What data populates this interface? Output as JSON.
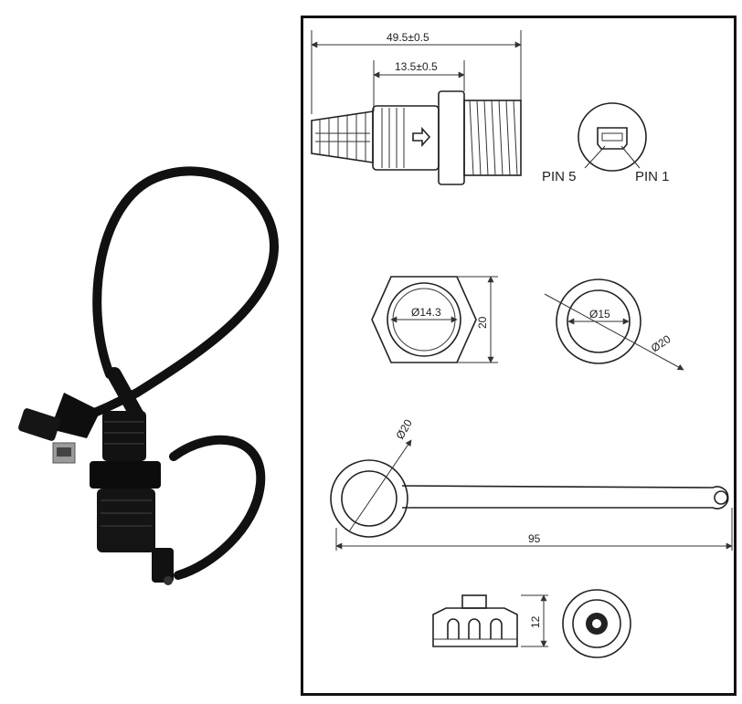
{
  "side_view": {
    "overall_length": "49.5±0.5",
    "flange_length": "13.5±0.5"
  },
  "pinout": {
    "pin_left": "PIN  5",
    "pin_right": "PIN  1"
  },
  "nut_view": {
    "inner_diameter": "Ø14.3",
    "height": "20"
  },
  "ring_view": {
    "inner_diameter": "Ø15",
    "outer_diameter": "Ø20"
  },
  "cap_view": {
    "cap_diameter": "Ø20",
    "strap_length": "95"
  },
  "cap_side_view": {
    "height": "12"
  }
}
